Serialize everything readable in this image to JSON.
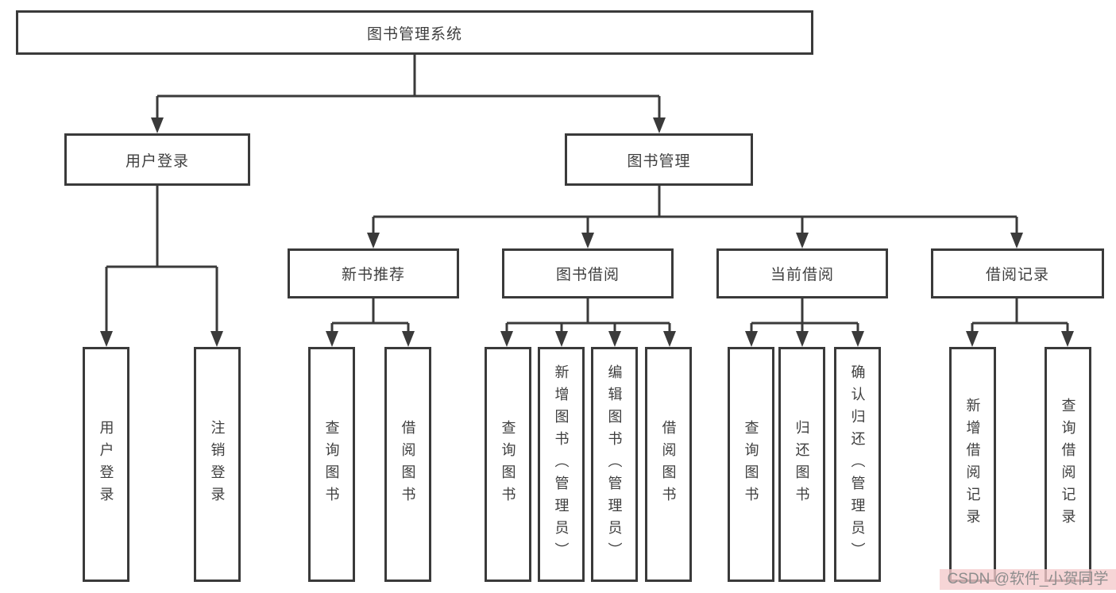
{
  "diagram": {
    "title": "图书管理系统",
    "root": {
      "label": "图书管理系统"
    },
    "level2": [
      {
        "label": "用户登录"
      },
      {
        "label": "图书管理"
      }
    ],
    "level3": [
      {
        "label": "新书推荐"
      },
      {
        "label": "图书借阅"
      },
      {
        "label": "当前借阅"
      },
      {
        "label": "借阅记录"
      }
    ],
    "user_login_children": [
      {
        "label": "用户登录"
      },
      {
        "label": "注销登录"
      }
    ],
    "new_book_children": [
      {
        "label": "查询图书"
      },
      {
        "label": "借阅图书"
      }
    ],
    "book_borrow_children": [
      {
        "label": "查询图书"
      },
      {
        "label": "新增图书（管理员）"
      },
      {
        "label": "编辑图书（管理员）"
      },
      {
        "label": "借阅图书"
      }
    ],
    "current_borrow_children": [
      {
        "label": "查询图书"
      },
      {
        "label": "归还图书"
      },
      {
        "label": "确认归还（管理员）"
      }
    ],
    "borrow_record_children": [
      {
        "label": "新增借阅记录"
      },
      {
        "label": "查询借阅记录"
      }
    ]
  },
  "watermark": {
    "text": "CSDN @软件_小贺同学"
  },
  "colors": {
    "line": "#3a3a3a",
    "text": "#3f3f3f",
    "box_background": "#ffffff",
    "watermark_text": "#8d8d8d",
    "watermark_background": "#f3c9cb"
  }
}
